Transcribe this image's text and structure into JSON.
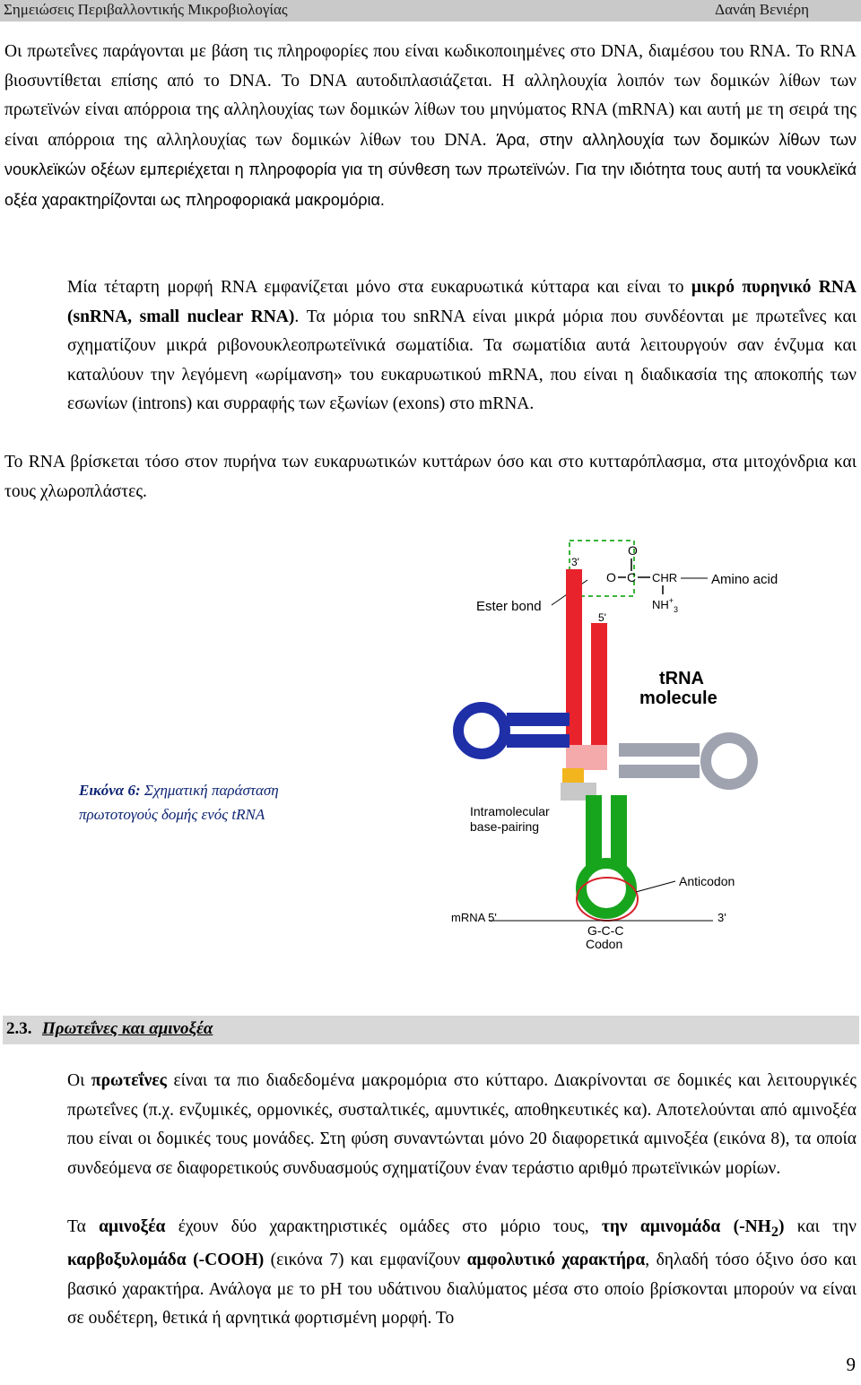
{
  "header": {
    "left": "Σημειώσεις Περιβαλλοντικής Μικροβιολογίας",
    "right": "Δανάη Βενιέρη"
  },
  "para1": {
    "a": "Οι πρωτεΐνες παράγονται με βάση τις πληροφορίες που είναι κωδικοποιημένες στο DNA, διαμέσου του RNA. Το RNA βιοσυντίθεται επίσης από το DNA. Το DNA αυτοδιπλασιάζεται. Η αλληλουχία λοιπόν των δομικών λίθων των πρωτεϊνών είναι απόρροια της αλληλουχίας των δομικών λίθων του μηνύματος RNA (mRNA) και αυτή με τη σειρά της είναι απόρροια της αλληλουχίας των δομικών λίθων του DNA.",
    "b": " Άρα, στην αλληλουχία των δομικών λίθων των νουκλεϊκών οξέων εμπεριέχεται η πληροφορία για τη σύνθεση των πρωτεϊνών. Για την ιδιότητα τους αυτή τα νουκλεϊκά οξέα χαρακτηρίζονται ως πληροφοριακά μακρομόρια."
  },
  "para2": {
    "a": "Μία τέταρτη μορφή RNA εμφανίζεται μόνο στα ευκαρυωτικά κύτταρα και είναι το ",
    "b": "μικρό πυρηνικό RNA (snRNA, small nuclear RNA)",
    "c": ". Τα μόρια του snRNA είναι μικρά μόρια που συνδέονται με πρωτεΐνες και σχηματίζουν μικρά ριβονουκλεοπρωτεϊνικά σωματίδια. Τα σωματίδια αυτά λειτουργούν σαν ένζυμα και καταλύουν την λεγόμενη «ωρίμανση» του ευκαρυωτικού mRNA, που είναι η διαδικασία της αποκοπής των εσωνίων (introns) και συρραφής των εξωνίων (exons) στο mRNA."
  },
  "para3": "Το RNA βρίσκεται τόσο στον πυρήνα των ευκαρυωτικών κυττάρων όσο και στο κυτταρόπλασμα, στα μιτοχόνδρια και τους χλωροπλάστες.",
  "figure": {
    "caption_label": "Εικόνα 6:",
    "caption_text": " Σχηματική παράσταση πρωτοτογούς δομής ενός tRNA",
    "title1": "tRNA",
    "title2": "molecule",
    "ester_bond": "Ester bond",
    "amino_acid": "Amino acid",
    "intramol1": "Intramolecular",
    "intramol2": "base-pairing",
    "anticodon": "Anticodon",
    "mrna": "mRNA 5'",
    "mrna3": "3'",
    "codon_seq": "G-C-C",
    "codon": "Codon",
    "end3": "3'",
    "end5": "5'",
    "chr": "CHR",
    "o_top": "O",
    "o_left": "O",
    "c_atom": "C",
    "nh3": "NH",
    "nh3_sup": "+",
    "nh3_sub": "3"
  },
  "section": {
    "number": "2.3.",
    "title": "Πρωτεΐνες και αμινοξέα"
  },
  "para4": {
    "a": "Οι ",
    "b": "πρωτεΐνες",
    "c": " είναι τα πιο διαδεδομένα μακρομόρια στο κύτταρο. Διακρίνονται σε δομικές και λειτουργικές πρωτεΐνες (π.χ. ενζυμικές, ορμονικές, συσταλτικές, αμυντικές, αποθηκευτικές κα). Αποτελούνται από αμινοξέα που είναι οι δομικές τους μονάδες. Στη φύση συναντώνται μόνο 20 διαφορετικά αμινοξέα (εικόνα 8), τα οποία συνδεόμενα σε διαφορετικούς συνδυασμούς σχηματίζουν έναν τεράστιο αριθμό πρωτεϊνικών μορίων."
  },
  "para5": {
    "a": "Τα ",
    "b": "αμινοξέα",
    "c": " έχουν δύο χαρακτηριστικές ομάδες στο μόριο τους, ",
    "d": "την αμινομάδα (-NH",
    "e": "2",
    "f": ")",
    "g": " και την ",
    "h": "καρβοξυλομάδα (-COOH)",
    "i": " (εικόνα 7) και εμφανίζουν ",
    "j": "αμφολυτικό χαρακτήρα",
    "k": ", δηλαδή τόσο όξινο όσο και βασικό χαρακτήρα. Ανάλογα με το pH του υδάτινου διαλύματος μέσα στο οποίο βρίσκονται μπορούν να είναι σε ουδέτερη, θετικά ή αρνητικά φορτισμένη μορφή. Το"
  },
  "page_number": "9"
}
